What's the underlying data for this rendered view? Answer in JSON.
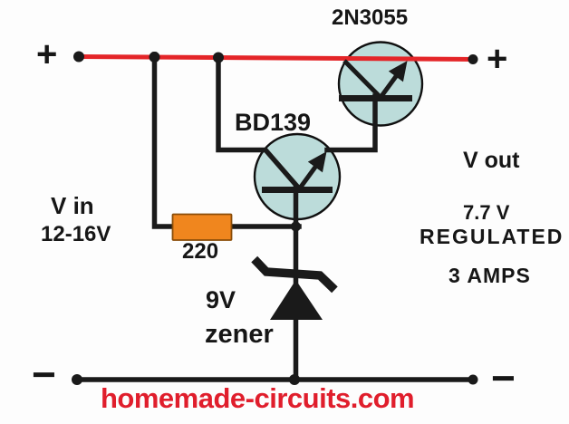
{
  "diagram": {
    "type": "circuit-schematic",
    "watermark": "homemade-circuits.com",
    "rails": {
      "plus_left": "+",
      "plus_right": "+",
      "minus_left": "−",
      "minus_right": "−"
    },
    "input": {
      "title": "V in",
      "range": "12-16V"
    },
    "output": {
      "title": "V out",
      "voltage": "7.7 V",
      "regulation": "REGULATED",
      "current": "3 AMPS"
    },
    "components": {
      "pass_transistor": "2N3055",
      "driver_transistor": "BD139",
      "resistor_value": "220",
      "zener_voltage": "9V",
      "zener_label": "zener"
    },
    "colors": {
      "background": "#fdfdfd",
      "wire_black": "#1a1a1a",
      "rail_red": "#e42528",
      "watermark_red": "#e01e2c",
      "resistor_orange": "#f0861e",
      "resistor_border": "#8a4d08",
      "transistor_fill": "#bcdcda"
    }
  }
}
